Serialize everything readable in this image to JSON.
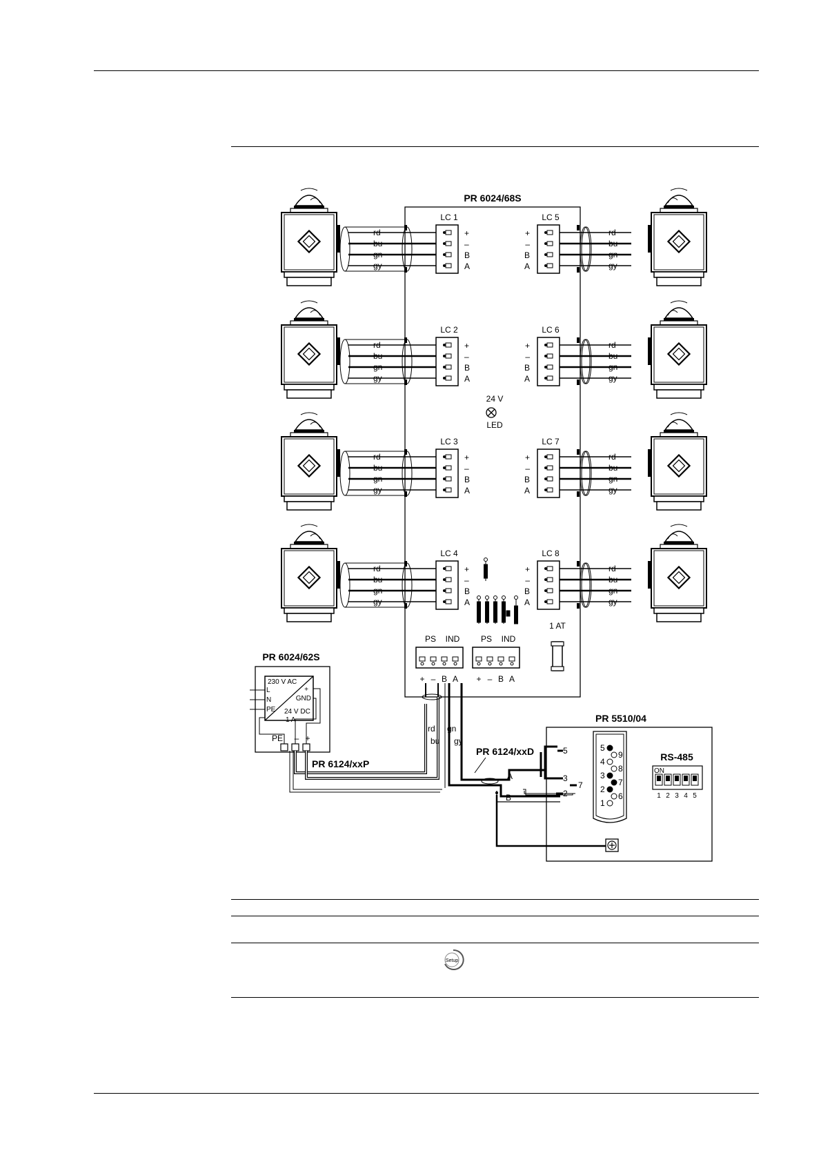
{
  "page_rules": 7,
  "diagram": {
    "main_box_title": "PR 6024/68S",
    "led": {
      "voltage": "24 V",
      "label": "LED"
    },
    "load_cells": [
      {
        "name": "LC 1",
        "side": "left",
        "terminals": [
          "+",
          "–",
          "B",
          "A"
        ]
      },
      {
        "name": "LC 2",
        "side": "left",
        "terminals": [
          "+",
          "–",
          "B",
          "A"
        ]
      },
      {
        "name": "LC 3",
        "side": "left",
        "terminals": [
          "+",
          "–",
          "B",
          "A"
        ]
      },
      {
        "name": "LC 4",
        "side": "left",
        "terminals": [
          "+",
          "–",
          "B",
          "A"
        ]
      },
      {
        "name": "LC 5",
        "side": "right",
        "terminals": [
          "+",
          "–",
          "B",
          "A"
        ]
      },
      {
        "name": "LC 6",
        "side": "right",
        "terminals": [
          "+",
          "–",
          "B",
          "A"
        ]
      },
      {
        "name": "LC 7",
        "side": "right",
        "terminals": [
          "+",
          "–",
          "B",
          "A"
        ]
      },
      {
        "name": "LC 8",
        "side": "right",
        "terminals": [
          "+",
          "–",
          "B",
          "A"
        ]
      }
    ],
    "wire_colors": [
      "rd",
      "bu",
      "gn",
      "gy"
    ],
    "connector_headers": [
      "PS",
      "IND"
    ],
    "connector_pins": [
      "+",
      "–",
      "B",
      "A"
    ],
    "fuse_label": "1 AT",
    "power_supply": {
      "title": "PR 6024/62S",
      "input": "230 V AC",
      "input_pins": [
        "L",
        "N",
        "PE"
      ],
      "output_pins": [
        "+",
        "GND"
      ],
      "output": "24 V DC",
      "current": "1 A",
      "bottom_terminals": [
        "PE",
        "–",
        "+"
      ]
    },
    "cable_p": "PR 6124/xxP",
    "cable_d": "PR 6124/xxD",
    "interface": {
      "title": "PR 5510/04",
      "dsub_left_pins": [
        "5",
        "4",
        "3",
        "2",
        "1"
      ],
      "dsub_right_pins": [
        "9",
        "8",
        "7",
        "6"
      ],
      "wired_pins": [
        "5",
        "3",
        "7",
        "2"
      ],
      "signal_a": "A",
      "signal_b": "B",
      "switch_title": "RS-485",
      "switch_on": "ON",
      "switch_numbers": [
        "1",
        "2",
        "3",
        "4",
        "5"
      ]
    }
  },
  "icons": {
    "setup": "Setup"
  }
}
